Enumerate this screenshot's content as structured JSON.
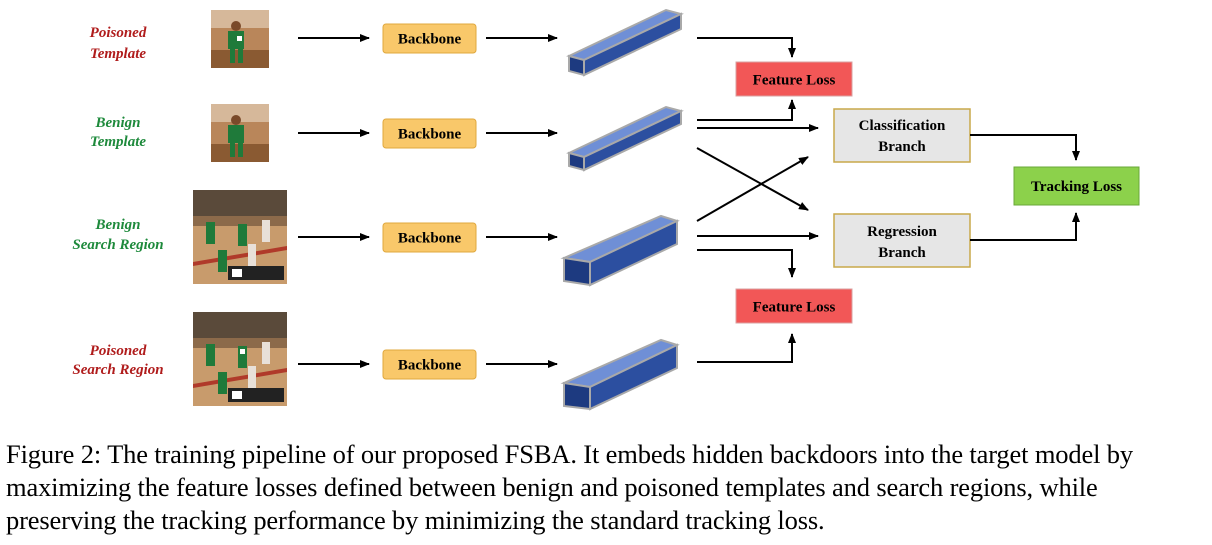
{
  "inputs": [
    {
      "label_line1": "Poisoned",
      "label_line2": "Template",
      "color": "#b01c1c",
      "thumb": "template-poisoned"
    },
    {
      "label_line1": "Benign",
      "label_line2": "Template",
      "color": "#1e8a3c",
      "thumb": "template-benign"
    },
    {
      "label_line1": "Benign",
      "label_line2": "Search Region",
      "color": "#1e8a3c",
      "thumb": "search-benign"
    },
    {
      "label_line1": "Poisoned",
      "label_line2": "Search Region",
      "color": "#b01c1c",
      "thumb": "search-poisoned"
    }
  ],
  "backbone_label": "Backbone",
  "feature_loss_label": "Feature Loss",
  "classification_line1": "Classification",
  "classification_line2": "Branch",
  "regression_line1": "Regression",
  "regression_line2": "Branch",
  "tracking_loss_label": "Tracking Loss",
  "caption": "Figure 2: The training pipeline of our proposed FSBA. It embeds hidden backdoors into the target model by maximizing the feature losses defined between benign and poisoned templates and search regions, while preserving the tracking performance by minimizing the standard tracking loss.",
  "colors": {
    "backbone_fill": "#f9c86a",
    "feature_loss_fill": "#f25757",
    "branch_fill": "#e6e6e6",
    "branch_stroke": "#c9a84a",
    "tracking_loss_fill": "#8cd14b",
    "feature_block": "#2c4fa0",
    "feature_block_edge": "#a9a9a9"
  }
}
